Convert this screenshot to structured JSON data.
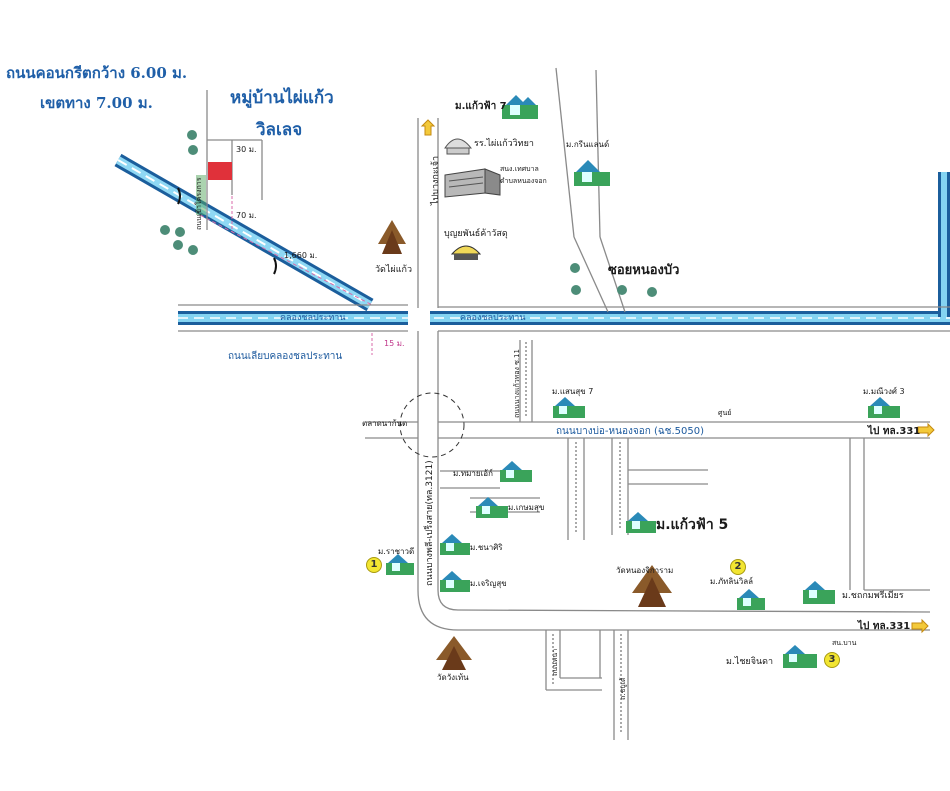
{
  "notes": {
    "road_width": "ถนนคอนกรีตกว้าง 6.00 ม.",
    "right_of_way": "เขตทาง 7.00 ม."
  },
  "project": {
    "name_line1": "หมู่บ้านไผ่แก้ว",
    "name_line2": "วิลเลจ"
  },
  "places": {
    "kaewfa7": "ม.แก้วฟ้า 7",
    "school": "รร.ไผ่แก้ววิทยา",
    "admin_office_line1": "สนง.เทศบาล",
    "admin_office_line2": "ตำบลหนองจอก",
    "green_land": "ม.กรีนแลนด์",
    "bunyapat": "บุญยพันธ์ค้าวัสดุ",
    "wat_phaikaew": "วัดไผ่แก้ว",
    "soi_nongbua": "ซอยหนองบัว",
    "kaewfa7b": "ม.แสนสุข 7",
    "manee3": "ม.มณีวงศ์ 3",
    "kaewfa5": "ม.แก้วฟ้า 5",
    "muang_thong": "ม.ทมายเอ้ก์",
    "kasemsuk": "ม.เกษมสุข",
    "ratchawadi": "ม.ราชาวดี",
    "phanasiri": "ม.ชนาศิริ",
    "charoensuk": "ม.เจริญสุข",
    "wat_nongjok": "วัดหนองจิการาม",
    "pattalin": "ม.ภัทลินวิลล์",
    "sathorn": "ม.ชถกมพรีเมียร",
    "chaijinda": "ม.ไชยจินดา",
    "wat_wangthan": "วัดวังเท้น"
  },
  "roads": {
    "north_road": "ไปบางกะเจ้า",
    "canal_top": "คลองชลประทาน",
    "canal_top_right": "คลองชลประทาน",
    "canal_side_road": "ถนนเลียบคลองชลประทาน",
    "junction": "ตลาดนาก้นต",
    "main_road": "ถนนบางบ่อ-หนองจอก (ฉช.5050)",
    "side_road_main": "ถนนบางพลี-เปร็งสาย(ทล.3121)",
    "to_331_top": "ไป ทล.331",
    "to_331_bottom": "ไป ทล.331",
    "soi_vertical_1": "ถนนนางแก้วทอง ซ.11",
    "small_label_ms": "ศูนย์",
    "small_label_ms2": "สน.บาน",
    "small_road_a": "ถนนหนา",
    "small_road_b": "ถ.ชบูเต้"
  },
  "dimensions": {
    "d_30m": "30 ม.",
    "d_70m": "70 ม.",
    "d_1660m": "1,660 ม.",
    "d_15m": "15 ม.",
    "project_road": "ถนนเข้าโครงการ"
  },
  "markers": {
    "m1": "1",
    "m2": "2",
    "m3": "3"
  },
  "colors": {
    "canal": "#2a9ad6",
    "canal_dark": "#1a5a9a",
    "road": "#8a8a8a",
    "plot": "#e0313a",
    "tree": "#3b8a6a",
    "house_green": "#3aa35a",
    "house_blue": "#2a8ab8"
  }
}
